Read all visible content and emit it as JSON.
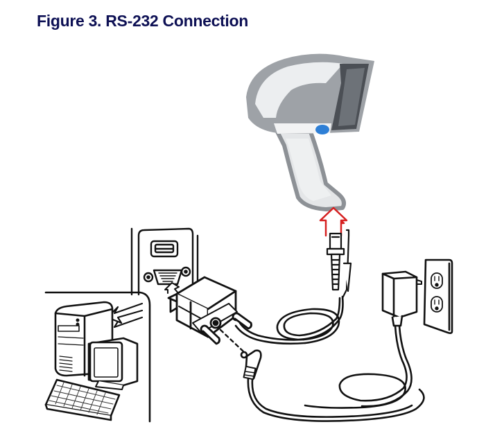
{
  "figure": {
    "title": "Figure 3. RS-232 Connection",
    "title_color": "#0d1054",
    "illustration": {
      "components": [
        {
          "name": "handheld-barcode-scanner",
          "colors": {
            "body": "#e6e8ea",
            "trim": "#8d9196",
            "trigger": "#2e7fd6"
          }
        },
        {
          "name": "upward-connect-arrow",
          "color": "#d62020"
        },
        {
          "name": "rj45-cable-connector"
        },
        {
          "name": "db9-serial-connector"
        },
        {
          "name": "computer-rear-panel-serial-port"
        },
        {
          "name": "desktop-computer"
        },
        {
          "name": "power-supply-adapter"
        },
        {
          "name": "wall-outlet"
        },
        {
          "name": "power-jack-plug"
        }
      ]
    }
  }
}
